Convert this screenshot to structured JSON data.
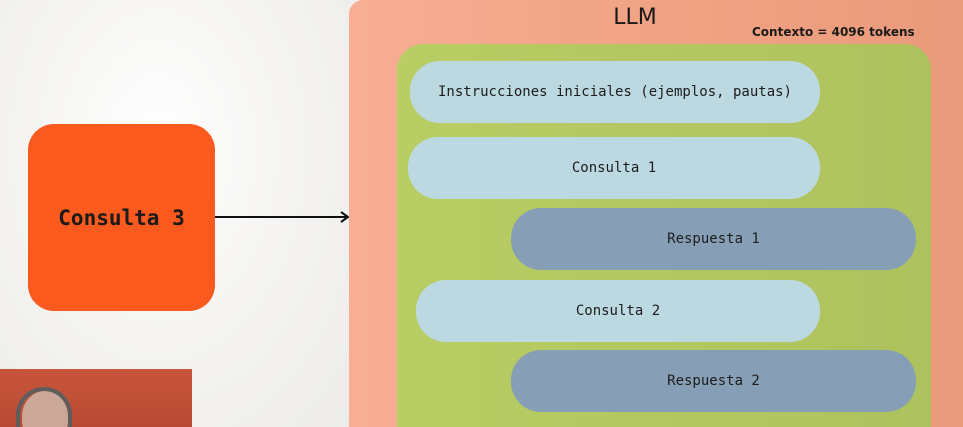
{
  "diagram": {
    "llm_title": "LLM",
    "context_label": "Contexto = 4096 tokens",
    "new_query": "Consulta 3",
    "context_items": [
      {
        "label": "Instrucciones iniciales (ejemplos, pautas)",
        "role": "instructions"
      },
      {
        "label": "Consulta 1",
        "role": "query"
      },
      {
        "label": "Respuesta 1",
        "role": "response"
      },
      {
        "label": "Consulta 2",
        "role": "query"
      },
      {
        "label": "Respuesta 2",
        "role": "response"
      }
    ]
  },
  "colors": {
    "query_box": "#fa5a1e",
    "llm_panel": "#f0a283",
    "context_box": "#adc25e",
    "query_pill": "#bcd9e1",
    "response_pill": "#869fb6"
  }
}
